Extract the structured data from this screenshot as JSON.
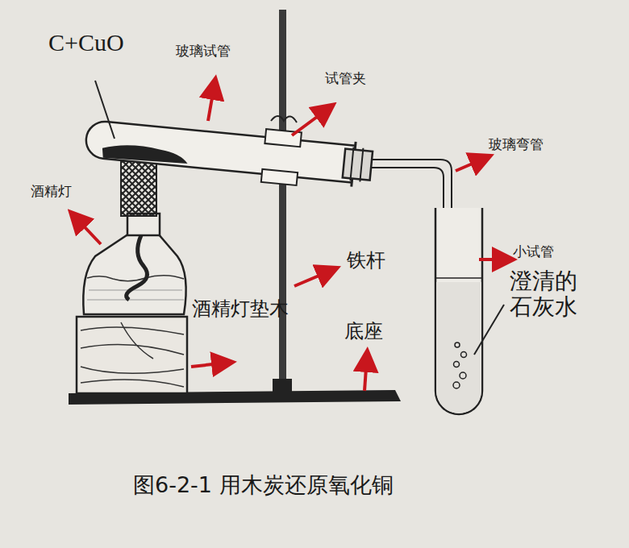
{
  "diagram": {
    "caption": "图6-2-1 用木炭还原氧化铜",
    "labels": [
      "C+CuO",
      "玻璃试管",
      "试管夹",
      "玻璃弯管",
      "酒精灯",
      "小试管",
      "铁杆",
      "澄清的 石灰水",
      "酒精灯垫木",
      "底座"
    ]
  }
}
